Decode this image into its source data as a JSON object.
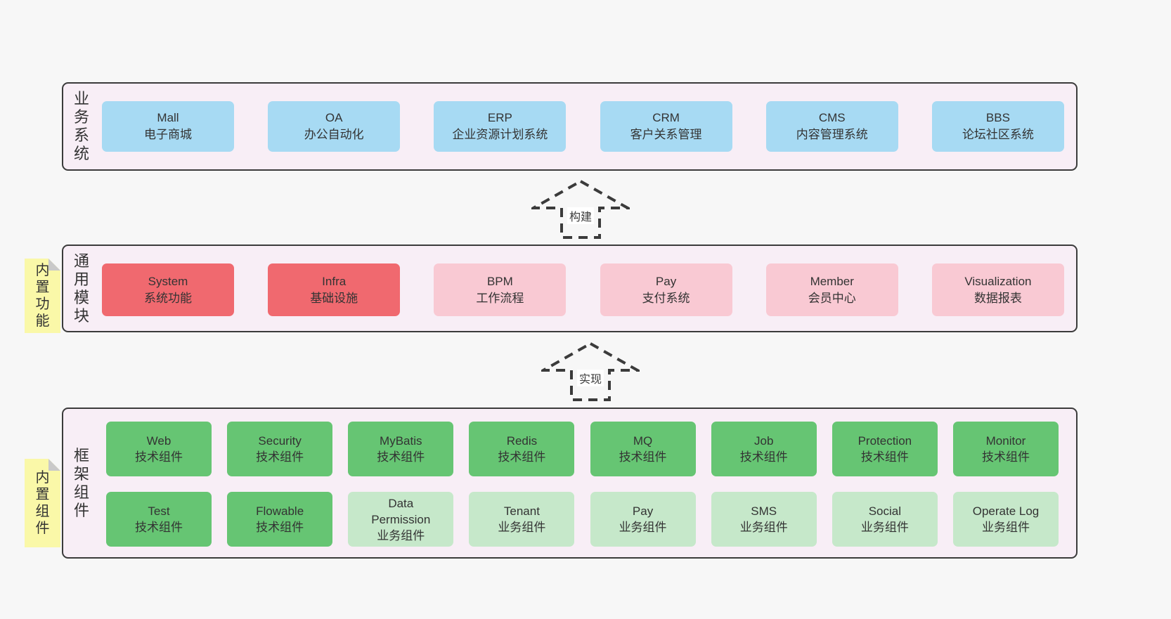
{
  "diagram": {
    "colors": {
      "page_bg": "#f7f7f7",
      "layer_bg": "#f8eef6",
      "layer_border": "#3b3b3b",
      "blue_box": "#a7daf3",
      "red_box": "#f0696f",
      "pink_box": "#f9c9d3",
      "green_box": "#66c573",
      "light_green_box": "#c6e8ca",
      "note_yellow": "#faf8a8",
      "note_fold_gray": "#c9c9c9"
    },
    "arrows": [
      {
        "label": "构建"
      },
      {
        "label": "实现"
      }
    ],
    "layers": [
      {
        "side_label": "业务系统",
        "boxes": [
          {
            "title": "Mall",
            "subtitle": "电子商城",
            "variant": "blue"
          },
          {
            "title": "OA",
            "subtitle": "办公自动化",
            "variant": "blue"
          },
          {
            "title": "ERP",
            "subtitle": "企业资源计划系统",
            "variant": "blue"
          },
          {
            "title": "CRM",
            "subtitle": "客户关系管理",
            "variant": "blue"
          },
          {
            "title": "CMS",
            "subtitle": "内容管理系统",
            "variant": "blue"
          },
          {
            "title": "BBS",
            "subtitle": "论坛社区系统",
            "variant": "blue"
          }
        ]
      },
      {
        "side_label": "通用模块",
        "note": "内置功能",
        "boxes": [
          {
            "title": "System",
            "subtitle": "系统功能",
            "variant": "red"
          },
          {
            "title": "Infra",
            "subtitle": "基础设施",
            "variant": "red"
          },
          {
            "title": "BPM",
            "subtitle": "工作流程",
            "variant": "pink"
          },
          {
            "title": "Pay",
            "subtitle": "支付系统",
            "variant": "pink"
          },
          {
            "title": "Member",
            "subtitle": "会员中心",
            "variant": "pink"
          },
          {
            "title": "Visualization",
            "subtitle": "数据报表",
            "variant": "pink"
          }
        ]
      },
      {
        "side_label": "框架组件",
        "note": "内置组件",
        "rows": [
          [
            {
              "title": "Web",
              "subtitle": "技术组件",
              "variant": "green"
            },
            {
              "title": "Security",
              "subtitle": "技术组件",
              "variant": "green"
            },
            {
              "title": "MyBatis",
              "subtitle": "技术组件",
              "variant": "green"
            },
            {
              "title": "Redis",
              "subtitle": "技术组件",
              "variant": "green"
            },
            {
              "title": "MQ",
              "subtitle": "技术组件",
              "variant": "green"
            },
            {
              "title": "Job",
              "subtitle": "技术组件",
              "variant": "green"
            },
            {
              "title": "Protection",
              "subtitle": "技术组件",
              "variant": "green"
            },
            {
              "title": "Monitor",
              "subtitle": "技术组件",
              "variant": "green"
            }
          ],
          [
            {
              "title": "Test",
              "subtitle": "技术组件",
              "variant": "green"
            },
            {
              "title": "Flowable",
              "subtitle": "技术组件",
              "variant": "green"
            },
            {
              "title": "Data Permission",
              "subtitle": "业务组件",
              "variant": "green-light"
            },
            {
              "title": "Tenant",
              "subtitle": "业务组件",
              "variant": "green-light"
            },
            {
              "title": "Pay",
              "subtitle": "业务组件",
              "variant": "green-light"
            },
            {
              "title": "SMS",
              "subtitle": "业务组件",
              "variant": "green-light"
            },
            {
              "title": "Social",
              "subtitle": "业务组件",
              "variant": "green-light"
            },
            {
              "title": "Operate Log",
              "subtitle": "业务组件",
              "variant": "green-light"
            }
          ]
        ]
      }
    ]
  }
}
